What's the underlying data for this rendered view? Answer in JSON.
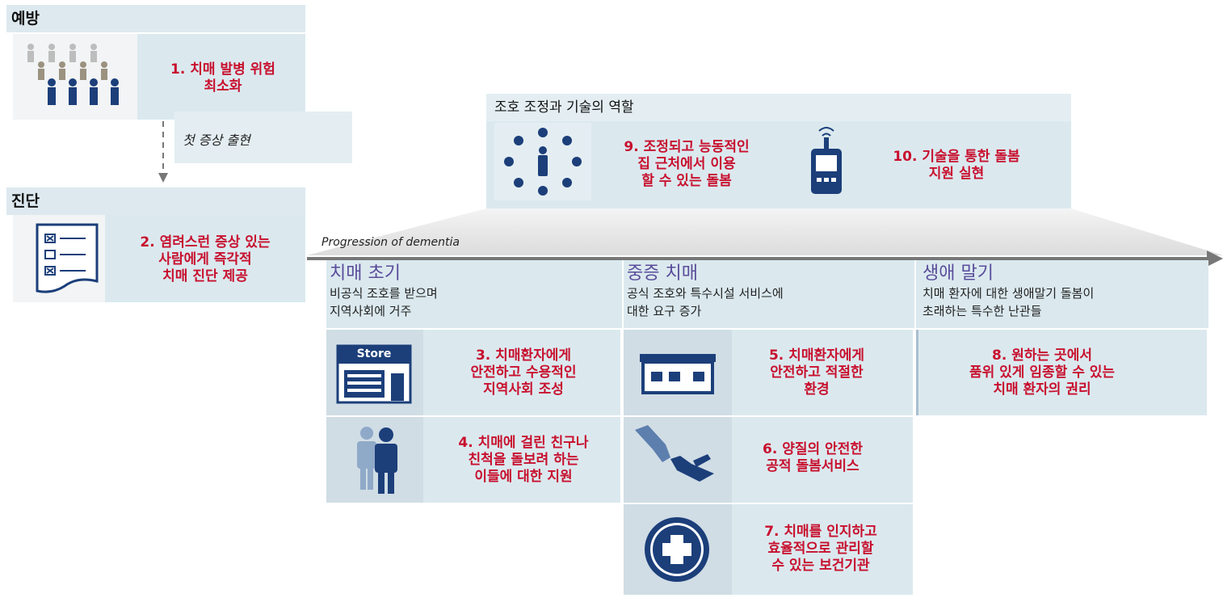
{
  "prevention": {
    "header": "예방",
    "item": "1. 치매 발병 위험\n최소화"
  },
  "first_symptom": "첫 증상 출현",
  "diagnosis": {
    "header": "진단",
    "item": "2. 염려스런 증상 있는\n사람에게  즉각적\n치매 진단 제공"
  },
  "coordination": {
    "header": "조호 조정과 기술의 역할",
    "item9": "9. 조정되고 능동적인\n집 근처에서 이용\n할 수 있는 돌봄",
    "item10": "10. 기술을 통한 돌봄\n지원 실현"
  },
  "progression_label": "Progression of dementia",
  "stages": [
    {
      "title": "치매 초기",
      "desc": "비공식 조호를 받으며\n지역사회에 거주"
    },
    {
      "title": "중증 치매",
      "desc": "공식 조호와 특수시설 서비스에\n대한 요구 증가"
    },
    {
      "title": "생애 말기",
      "desc": "치매 환자에 대한 생애말기 돌봄이\n초래하는 특수한 난관들"
    }
  ],
  "items": {
    "i3": "3. 치매환자에게\n안전하고 수용적인\n지역사회 조성",
    "i4": "4. 치매에 걸린 친구나\n친척을 돌보려 하는\n이들에 대한 지원",
    "i5": "5. 치매환자에게\n안전하고 적절한\n환경",
    "i6": "6. 양질의 안전한\n공적 돌봄서비스",
    "i7": "7. 치매를 인지하고\n효율적으로 관리할\n수 있는 보건기관",
    "i8": "8. 원하는 곳에서\n품위 있게 임종할 수 있는\n치매 환자의 권리"
  },
  "store_sign": "Store",
  "colors": {
    "panel": "#dbe9ef",
    "red": "#c8102e",
    "purple": "#5a4c9a",
    "navy": "#1c3f7a"
  }
}
